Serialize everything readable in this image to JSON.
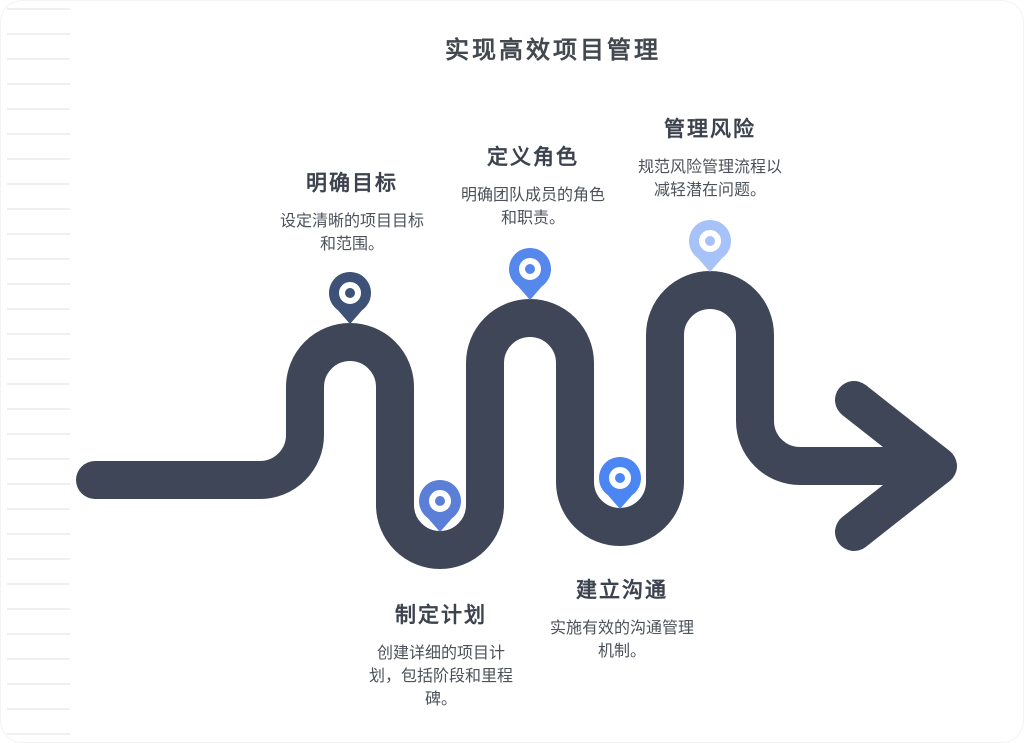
{
  "header": {
    "title": "实现高效项目管理"
  },
  "diagram": {
    "path_color": "#3f4658",
    "pin_ring_color": "#ffffff",
    "steps": [
      {
        "title": "明确目标",
        "description": "设定清晰的项目目标和范围。",
        "desc_lines": [
          "设定清晰的项目目标",
          "和范围。",
          ""
        ],
        "pin_color": "#3e5277",
        "pin_position": "top-of-path"
      },
      {
        "title": "制定计划",
        "description": "创建详细的项目计划，包括阶段和里程碑。",
        "desc_lines": [
          "创建详细的项目计",
          "划，包括阶段和里程",
          "碑。"
        ],
        "pin_color": "#5b7fd6",
        "pin_position": "bottom-of-path"
      },
      {
        "title": "定义角色",
        "description": "明确团队成员的角色和职责。",
        "desc_lines": [
          "明确团队成员的角色",
          "和职责。",
          ""
        ],
        "pin_color": "#5687eb",
        "pin_position": "top-of-path"
      },
      {
        "title": "建立沟通",
        "description": "实施有效的沟通管理机制。",
        "desc_lines": [
          "实施有效的沟通管理",
          "机制。",
          ""
        ],
        "pin_color": "#4b86f3",
        "pin_position": "bottom-of-path"
      },
      {
        "title": "管理风险",
        "description": "规范风险管理流程以减轻潜在问题。",
        "desc_lines": [
          "规范风险管理流程以",
          "减轻潜在问题。",
          ""
        ],
        "pin_color": "#a7c2f9",
        "pin_position": "top-of-path"
      }
    ]
  }
}
